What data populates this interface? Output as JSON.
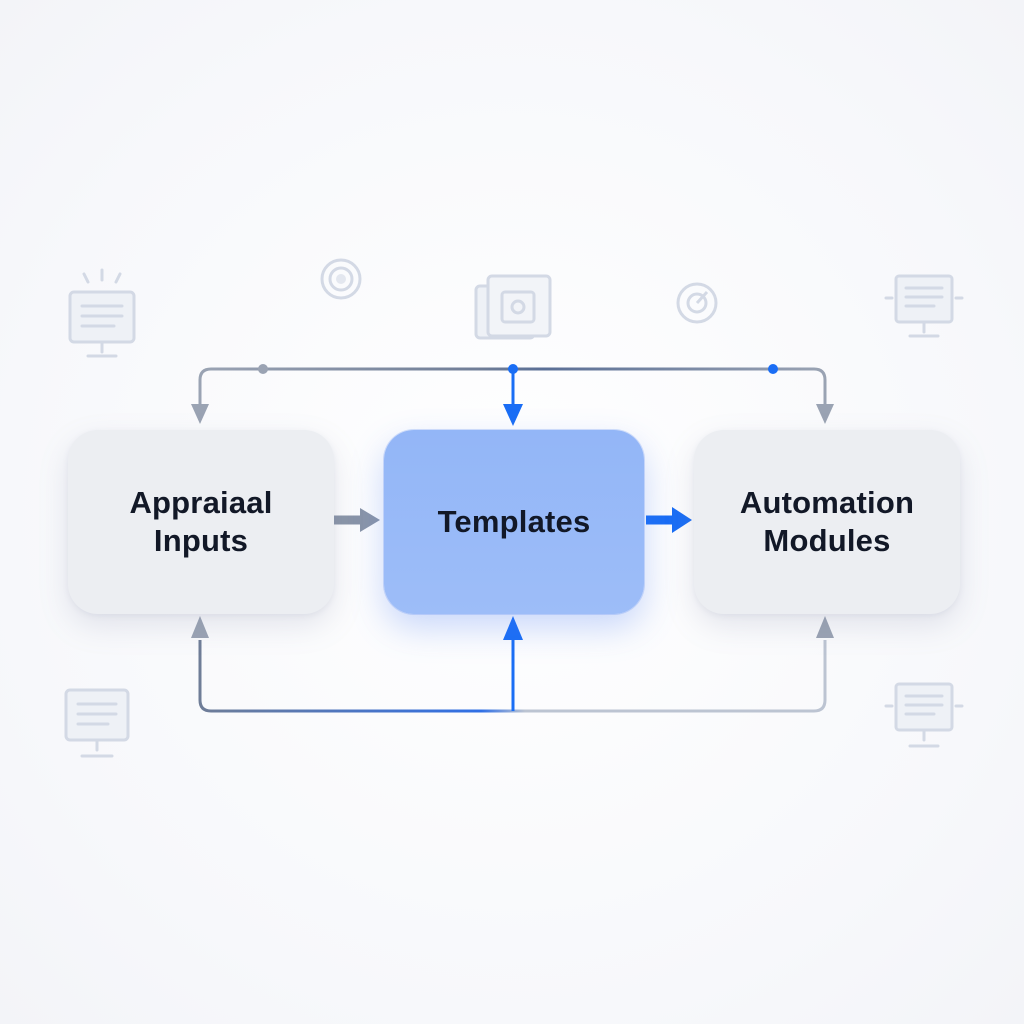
{
  "diagram": {
    "nodes": {
      "left": {
        "label": "Appraiaal\nInputs"
      },
      "center": {
        "label": "Templates"
      },
      "right": {
        "label": "Automation\nModules"
      }
    },
    "icons": {
      "top_left": "monitor-icon",
      "top_center_left": "target-icon",
      "top_center": "frame-icon",
      "top_center_right": "dial-icon",
      "top_right": "monitor-icon",
      "bottom_left": "monitor-icon",
      "bottom_right": "monitor-icon"
    },
    "colors": {
      "accent_blue": "#1a6ef5",
      "connector_gray": "#8a95a8",
      "node_gray": "#eceef2",
      "node_blue": "#93b6f7",
      "icon_light": "#d6dbe6"
    }
  }
}
